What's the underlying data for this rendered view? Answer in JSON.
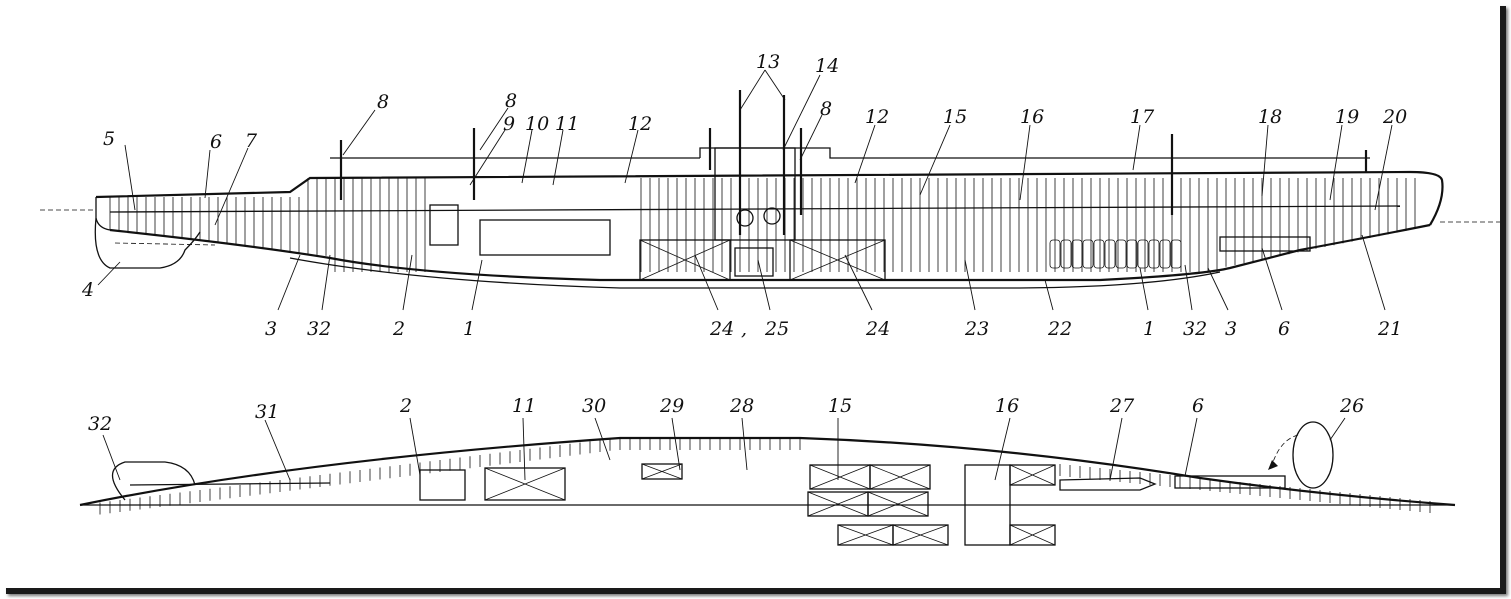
{
  "figure": {
    "type": "submarine general arrangement drawing",
    "views": [
      {
        "name": "side-profile",
        "callouts": [
          "5",
          "6",
          "7",
          "8",
          "8",
          "9",
          "10",
          "11",
          "12",
          "13",
          "14",
          "8",
          "12",
          "15",
          "16",
          "17",
          "18",
          "19",
          "20",
          "4",
          "3",
          "32",
          "2",
          "1",
          "24",
          ",",
          "25",
          "24",
          "23",
          "22",
          "1",
          "32",
          "3",
          "6",
          "21"
        ]
      },
      {
        "name": "plan-view",
        "callouts": [
          "32",
          "31",
          "2",
          "11",
          "30",
          "29",
          "28",
          "15",
          "16",
          "27",
          "6",
          "26"
        ]
      }
    ]
  },
  "side": {
    "top_labels": {
      "l5": "5",
      "l6": "6",
      "l7": "7",
      "l8a": "8",
      "l8b": "8",
      "l9": "9",
      "l10": "10",
      "l11": "11",
      "l12a": "12",
      "l13": "13",
      "l14": "14",
      "l8c": "8",
      "l12b": "12",
      "l15": "15",
      "l16": "16",
      "l17": "17",
      "l18": "18",
      "l19": "19",
      "l20": "20",
      "l4": "4"
    },
    "bottom_labels": {
      "l3a": "3",
      "l32a": "32",
      "l2": "2",
      "l1a": "1",
      "l24a": "24",
      "comma": ",",
      "l25": "25",
      "l24b": "24",
      "l23": "23",
      "l22": "22",
      "l1b": "1",
      "l32b": "32",
      "l3b": "3",
      "l6b": "6",
      "l21": "21"
    }
  },
  "plan": {
    "labels": {
      "l32": "32",
      "l31": "31",
      "l2": "2",
      "l11": "11",
      "l30": "30",
      "l29": "29",
      "l28": "28",
      "l15": "15",
      "l16": "16",
      "l27": "27",
      "l6": "6",
      "l26": "26"
    }
  }
}
